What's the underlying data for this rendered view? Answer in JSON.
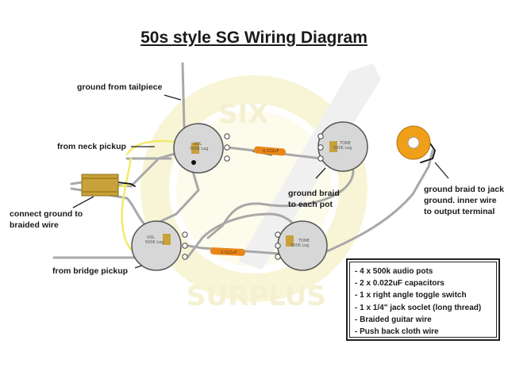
{
  "title": "50s style SG Wiring Diagram",
  "labels": {
    "ground_tailpiece": "ground from tailpiece",
    "neck_pickup": "from neck pickup",
    "connect_ground_line1": "connect ground to",
    "connect_ground_line2": "braided wire",
    "bridge_pickup": "from bridge pickup",
    "ground_braid_line1": "ground braid",
    "ground_braid_line2": "to each pot",
    "jack_line1": "ground braid to jack",
    "jack_line2": "ground. inner wire",
    "jack_line3": "to output terminal"
  },
  "pots": {
    "vol1": {
      "line1": "VOL",
      "line2": "500K Log"
    },
    "tone1": {
      "line1": "TONE",
      "line2": "500K Log"
    },
    "vol2": {
      "line1": "VOL",
      "line2": "500K Log"
    },
    "tone2": {
      "line1": "TONE",
      "line2": "500K Log"
    }
  },
  "capacitors": {
    "cap1": "0.022uF",
    "cap2": "0.022uF"
  },
  "watermark": {
    "text_top": "SIX",
    "text_bottom": "SURPLUS"
  },
  "parts_list": [
    "- 4 x 500k audio pots",
    "- 2 x 0.022uF capacitors",
    "- 1 x right angle toggle switch",
    "- 1 x 1/4\" jack soclet (long thread)",
    "- Braided guitar wire",
    "- Push back cloth wire"
  ],
  "colors": {
    "pot_body": "#d7d7d7",
    "pot_lug": "#c8a13a",
    "capacitor": "#e8861a",
    "switch": "#c8a13a",
    "jack_ring": "#f0a018",
    "wire_grey": "#a8a8a8",
    "wire_yellow": "#f2ea6a",
    "wire_black": "#111111",
    "watermark": "#fbf8d8"
  }
}
